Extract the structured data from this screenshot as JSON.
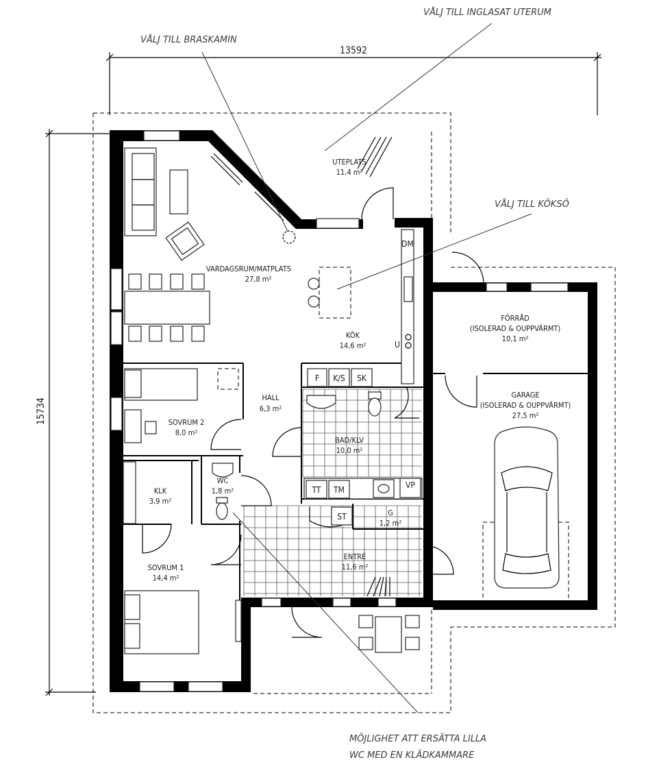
{
  "dimensions": {
    "width": "13592",
    "height": "15734"
  },
  "annotations": {
    "braskamin": "VÅLJ TILL BRASKAMIN",
    "uterum": "VÅLJ TILL INGLASAT UTERUM",
    "kokso": "VÅLJ TILL KÖKSÖ",
    "wc_line1": "MÖJLIGHET ATT ERSÄTTA LILLA",
    "wc_line2": "WC MED EN KLÄDKAMMARE"
  },
  "rooms": {
    "uteplats": {
      "name": "UTEPLATS",
      "area": "11,4 m²"
    },
    "vardagsrum": {
      "name": "VARDAGSRUM/MATPLATS",
      "area": "27,8 m²"
    },
    "kok": {
      "name": "KÖK",
      "area": "14,6 m²"
    },
    "forrad": {
      "name": "FÖRRÅD",
      "sub": "(ISOLERAD & OUPPVÄRMT)",
      "area": "10,1 m²"
    },
    "garage": {
      "name": "GARAGE",
      "sub": "(ISOLERAD & OUPPVÄRMT)",
      "area": "27,5 m²"
    },
    "hall": {
      "name": "HALL",
      "area": "6,3 m²"
    },
    "sovrum2": {
      "name": "SOVRUM 2",
      "area": "8,0 m²"
    },
    "badklv": {
      "name": "BAD/KLV",
      "area": "10,0 m²"
    },
    "klk": {
      "name": "KLK",
      "area": "3,9 m²"
    },
    "wc": {
      "name": "WC",
      "area": "1,8 m²"
    },
    "g": {
      "name": "G",
      "area": "1,2 m²"
    },
    "entre": {
      "name": "ENTRÉ",
      "area": "11,6 m²"
    },
    "sovrum1": {
      "name": "SOVRUM 1",
      "area": "14,4 m²"
    }
  },
  "fixtures": {
    "dm": "DM",
    "u": "U",
    "f": "F",
    "ks": "K/S",
    "sk": "SK",
    "tt": "TT",
    "tm": "TM",
    "vp": "VP",
    "st": "ST"
  }
}
